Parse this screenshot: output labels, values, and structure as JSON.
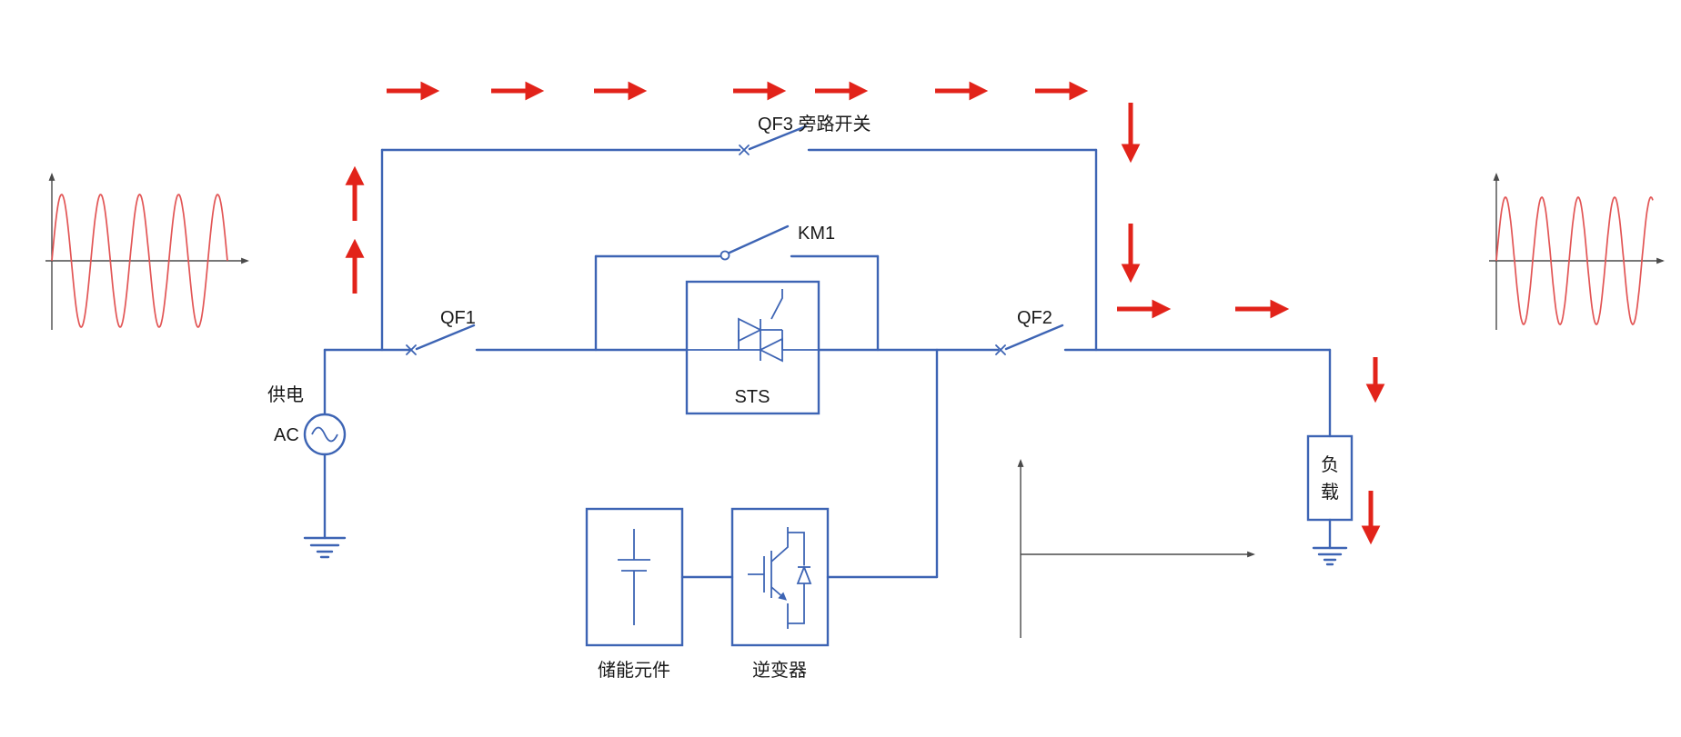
{
  "diagram": {
    "type": "ups-bypass-power-flow-circuit",
    "colors": {
      "circuit": "#3d64b4",
      "flow_arrow": "#e2231a",
      "waveform": "#e25555",
      "axis": "#4a4a4a",
      "text": "#1a1a1a"
    },
    "labels": {
      "source_supply": "供电",
      "source_ac": "AC",
      "breaker_qf1": "QF1",
      "contactor_km1": "KM1",
      "bypass_switch_qf3": "QF3 旁路开关",
      "breaker_qf2": "QF2",
      "static_switch": "STS",
      "load_char_1": "负",
      "load_char_2": "载",
      "storage_unit": "储能元件",
      "inverter_unit": "逆变器"
    },
    "waveforms": {
      "input": {
        "cycles": 4.5
      },
      "output": {
        "cycles": 4.3
      }
    }
  }
}
